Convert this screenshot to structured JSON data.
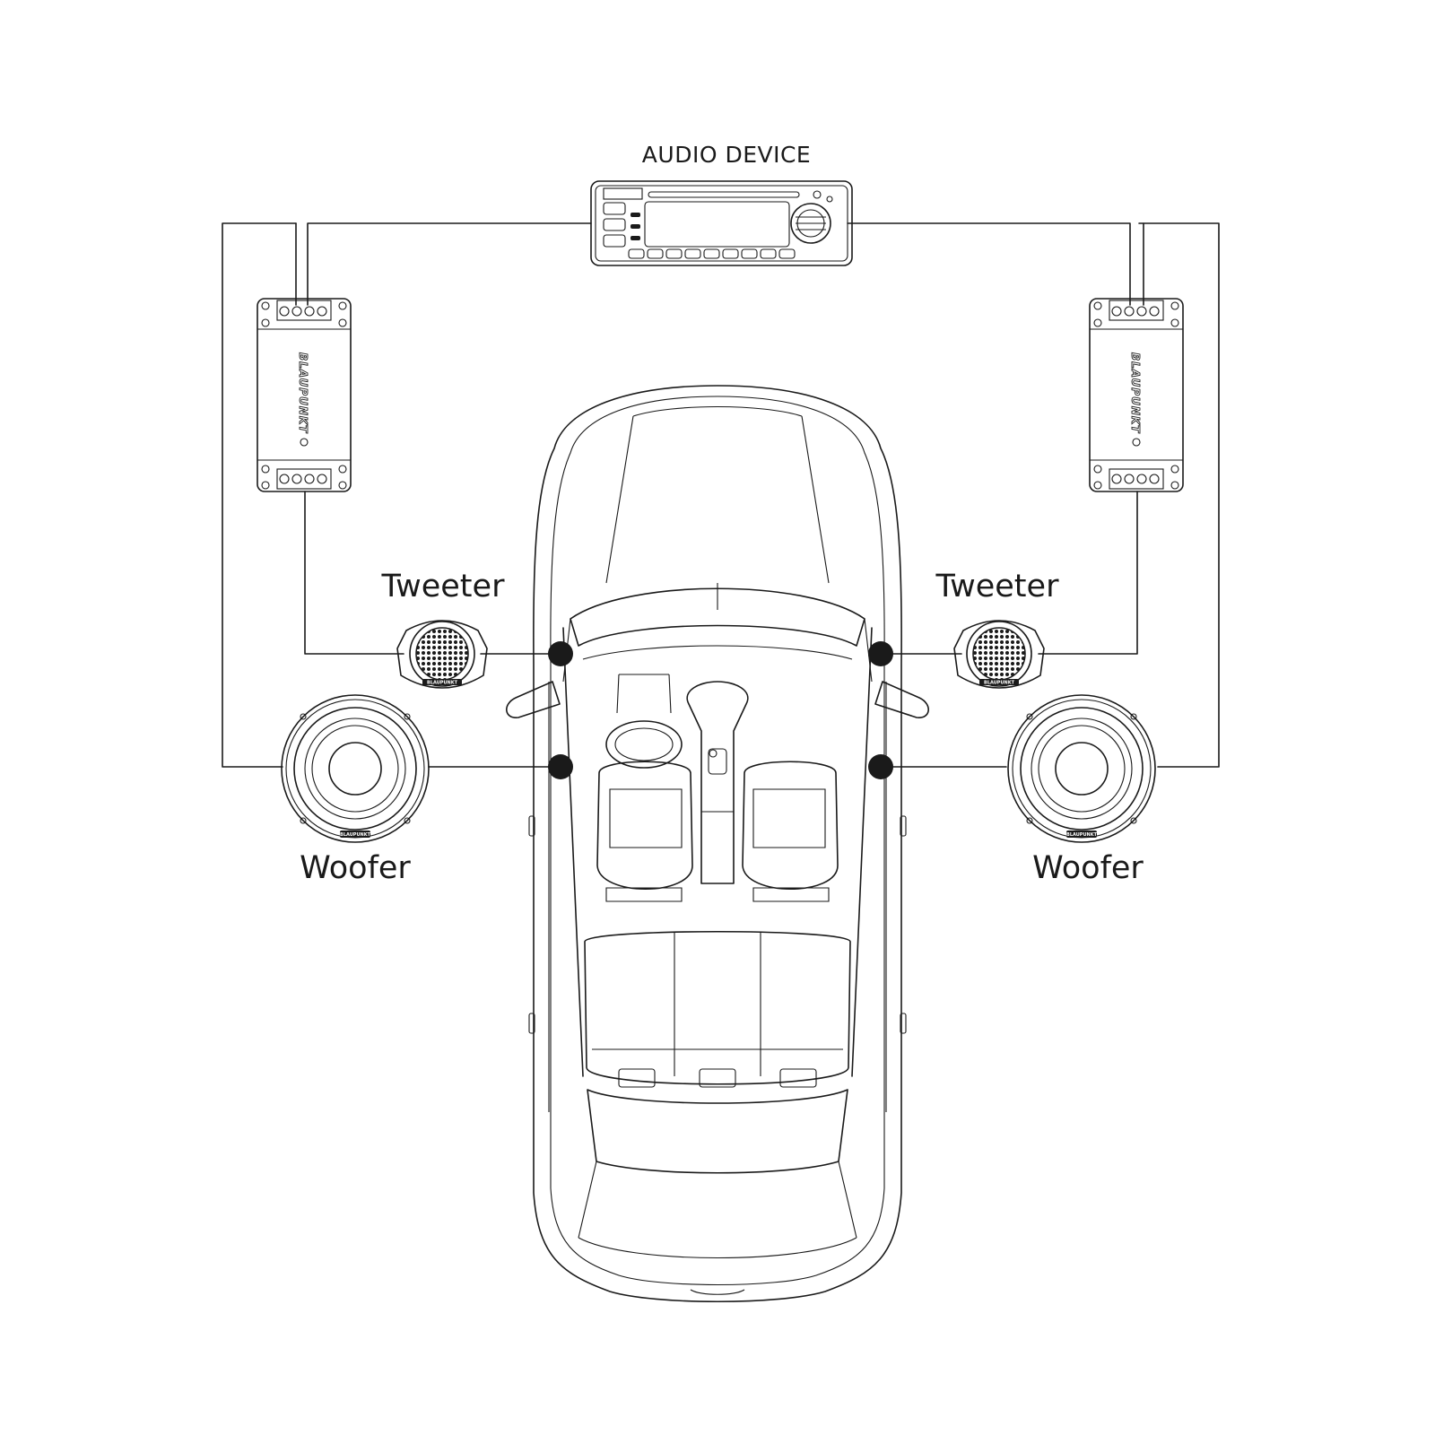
{
  "labels": {
    "audio_device": "AUDIO DEVICE",
    "tweeter_left": "Tweeter",
    "tweeter_right": "Tweeter",
    "woofer_left": "Woofer",
    "woofer_right": "Woofer"
  },
  "brand": {
    "crossover_left": "BLAUPUNKT",
    "crossover_right": "BLAUPUNKT",
    "tweeter_left_badge": "BLAUPUNKT",
    "tweeter_right_badge": "BLAUPUNKT",
    "woofer_left_badge": "BLAUPUNKT",
    "woofer_right_badge": "BLAUPUNKT"
  },
  "colors": {
    "line": "#1a1a1a",
    "background": "#ffffff"
  }
}
